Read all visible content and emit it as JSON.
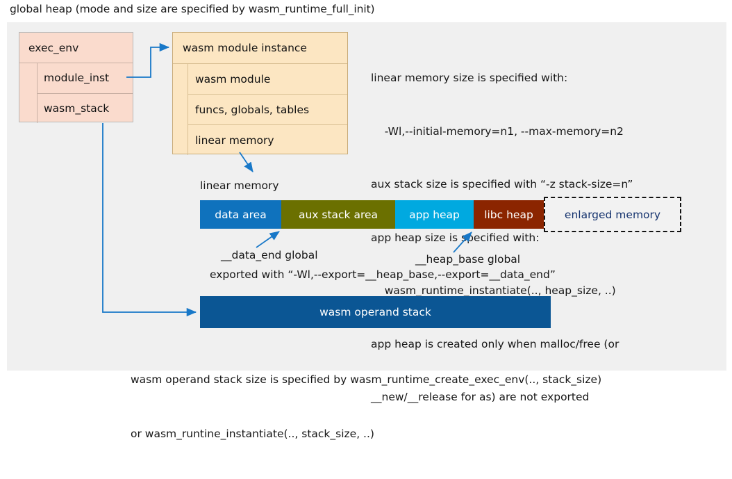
{
  "title": "global heap (mode and size are specified by wasm_runtime_full_init)",
  "colors": {
    "panel_bg": "#f0f0f0",
    "exec_env_fill": "#fadbcd",
    "module_fill": "#fce6c2",
    "data_area": "#0f72bd",
    "aux_stack_area": "#6b7000",
    "app_heap": "#00a9e0",
    "libc_heap": "#8b2500",
    "enlarged_memory_text": "#15336e",
    "operand_stack": "#0b5694",
    "arrow": "#1878c8"
  },
  "exec_env": {
    "header": "exec_env",
    "rows": [
      "module_inst",
      "wasm_stack"
    ]
  },
  "module_instance": {
    "header": "wasm module instance",
    "rows": [
      "wasm module",
      "funcs, globals, tables",
      "linear memory"
    ]
  },
  "notes": [
    "linear memory size is specified with:",
    "    -Wl,--initial-memory=n1, --max-memory=n2",
    "aux stack size is specified with “-z stack-size=n”",
    "app heap size is specified with:",
    "    wasm_runtime_instantiate(.., heap_size, ..)",
    "app heap is created only when malloc/free (or",
    "__new/__release for as) are not exported"
  ],
  "linear_memory": {
    "label": "linear memory",
    "segments": [
      {
        "label": "data area",
        "color": "#0f72bd",
        "width": 117,
        "text_color": "#ffffff",
        "dashed": false
      },
      {
        "label": "aux stack area",
        "color": "#6b7000",
        "width": 164,
        "text_color": "#ffffff",
        "dashed": false
      },
      {
        "label": "app heap",
        "color": "#00a9e0",
        "width": 113,
        "text_color": "#ffffff",
        "dashed": false
      },
      {
        "label": "libc heap",
        "color": "#8b2500",
        "width": 101,
        "text_color": "#ffffff",
        "dashed": false
      },
      {
        "label": "enlarged memory",
        "color": "#f2f2f2",
        "width": 198,
        "text_color": "#15336e",
        "dashed": true
      }
    ]
  },
  "annotations": {
    "data_end": "__data_end global",
    "heap_base": "__heap_base global",
    "exported_with": "exported with “-Wl,--export=__heap_base,--export=__data_end”"
  },
  "operand_stack": {
    "label": "wasm operand stack"
  },
  "footnote": [
    "wasm operand stack size is specified by wasm_runtime_create_exec_env(.., stack_size)",
    "or wasm_runtine_instantiate(.., stack_size, ..)"
  ]
}
